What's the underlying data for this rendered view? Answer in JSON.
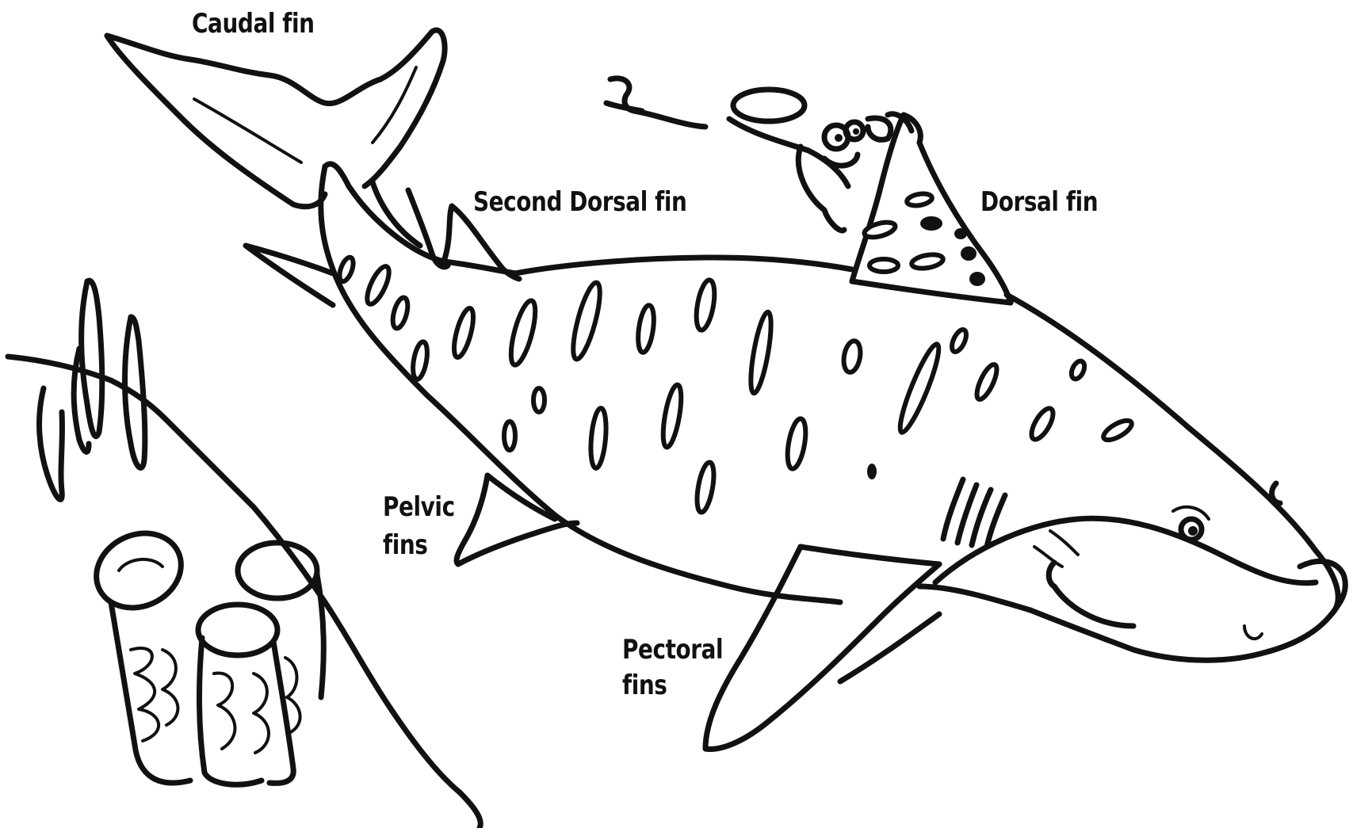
{
  "labels": {
    "caudal_fin": "Caudal fin",
    "second_dorsal_fin": "Second Dorsal fin",
    "dorsal_fin": "Dorsal fin",
    "pelvic_fins_line1": "Pelvic",
    "pelvic_fins_line2": "fins",
    "pectoral_fins_line1": "Pectoral",
    "pectoral_fins_line2": "fins"
  },
  "colors": {
    "ink": "#111111",
    "background": "#ffffff"
  }
}
